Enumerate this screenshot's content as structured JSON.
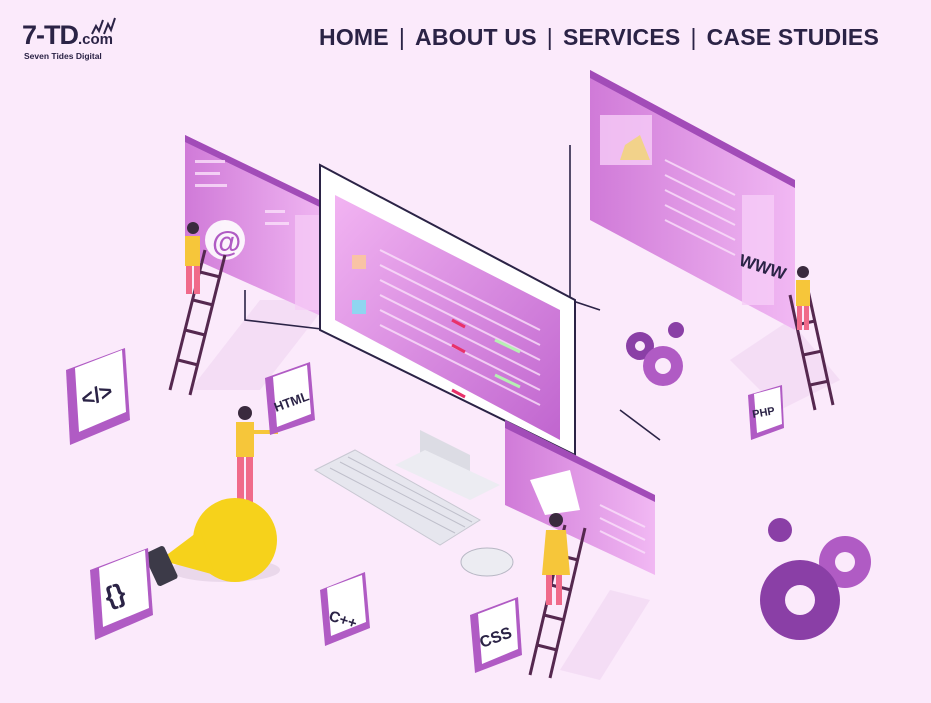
{
  "brand": {
    "logo_main": "7-TD",
    "logo_suffix": ".com",
    "tagline": "Seven Tides Digital"
  },
  "nav": [
    {
      "label": "HOME"
    },
    {
      "label": "ABOUT US"
    },
    {
      "label": "SERVICES"
    },
    {
      "label": "CASE STUDIES"
    }
  ],
  "nav_separator": "|",
  "illustration": {
    "at_symbol": "@",
    "www_label": "WWW",
    "tiles": {
      "code": "</>",
      "html": "HTML",
      "braces": "{}",
      "cpp": "C++",
      "css": "CSS",
      "php": "PHP"
    }
  },
  "colors": {
    "background": "#fbeafb",
    "nav_text": "#2b2346",
    "accent_purple": "#b05bc4",
    "screen_pink": "#e08ae6",
    "bulb_yellow": "#f6d21b"
  }
}
